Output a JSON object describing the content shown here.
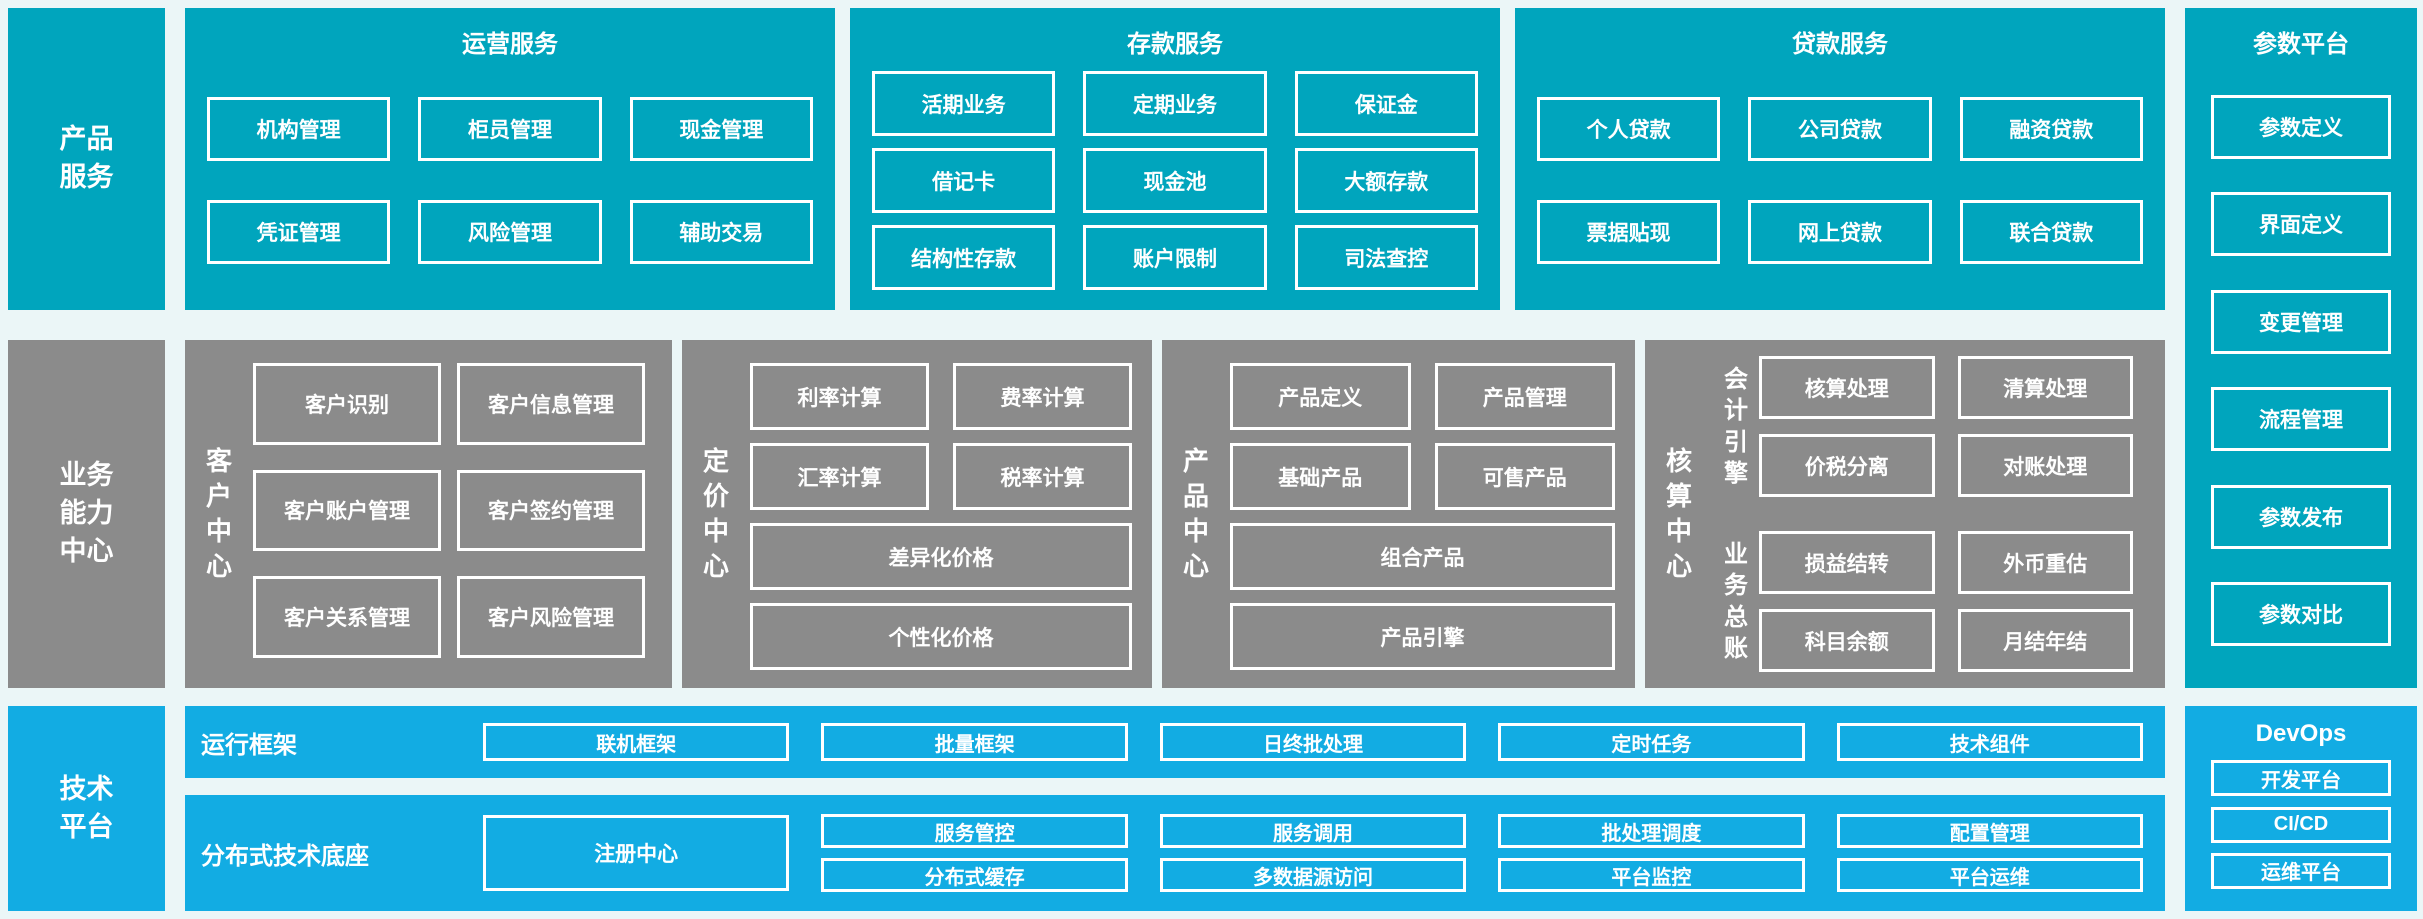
{
  "side_labels": {
    "product": "产品服务",
    "business": "业务能力中心",
    "tech": "技术平台"
  },
  "operations": {
    "title": "运营服务",
    "boxes": [
      "机构管理",
      "柜员管理",
      "现金管理",
      "凭证管理",
      "风险管理",
      "辅助交易"
    ]
  },
  "deposit": {
    "title": "存款服务",
    "boxes": [
      "活期业务",
      "定期业务",
      "保证金",
      "借记卡",
      "现金池",
      "大额存款",
      "结构性存款",
      "账户限制",
      "司法查控"
    ]
  },
  "loan": {
    "title": "贷款服务",
    "boxes": [
      "个人贷款",
      "公司贷款",
      "融资贷款",
      "票据贴现",
      "网上贷款",
      "联合贷款"
    ]
  },
  "param": {
    "title": "参数平台",
    "boxes": [
      "参数定义",
      "界面定义",
      "变更管理",
      "流程管理",
      "参数发布",
      "参数对比"
    ]
  },
  "customer": {
    "label": "客户中心",
    "boxes": [
      "客户识别",
      "客户信息管理",
      "客户账户管理",
      "客户签约管理",
      "客户关系管理",
      "客户风险管理"
    ]
  },
  "pricing": {
    "label": "定价中心",
    "boxes": [
      "利率计算",
      "费率计算",
      "汇率计算",
      "税率计算"
    ],
    "wide": [
      "差异化价格",
      "个性化价格"
    ]
  },
  "product": {
    "label": "产品中心",
    "boxes": [
      "产品定义",
      "产品管理",
      "基础产品",
      "可售产品"
    ],
    "wide": [
      "组合产品",
      "产品引擎"
    ]
  },
  "accounting": {
    "label": "核算中心",
    "groups": [
      {
        "label": "会计引擎",
        "boxes": [
          "核算处理",
          "清算处理",
          "价税分离",
          "对账处理"
        ]
      },
      {
        "label": "业务总账",
        "boxes": [
          "损益结转",
          "外币重估",
          "科目余额",
          "月结年结"
        ]
      }
    ]
  },
  "runtime": {
    "label": "运行框架",
    "boxes": [
      "联机框架",
      "批量框架",
      "日终批处理",
      "定时任务",
      "技术组件"
    ]
  },
  "distributed": {
    "label": "分布式技术底座",
    "registry": "注册中心",
    "boxes": [
      "服务管控",
      "分布式缓存",
      "服务调用",
      "多数据源访问",
      "批处理调度",
      "平台监控",
      "配置管理",
      "平台运维"
    ]
  },
  "devops": {
    "title": "DevOps",
    "boxes": [
      "开发平台",
      "CI/CD",
      "运维平台"
    ]
  },
  "colors": {
    "teal": "#00A5BD",
    "gray": "#8B8B8B",
    "blue": "#12ACE3",
    "background": "#EBF6F7",
    "box_border": "#FFFFFF",
    "text": "#FFFFFF"
  }
}
